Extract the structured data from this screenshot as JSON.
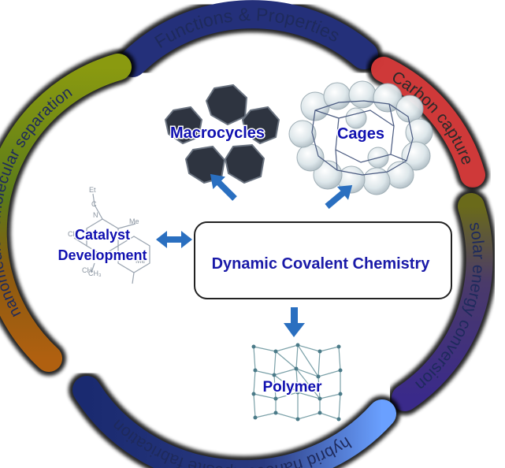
{
  "center": {
    "label": "Dynamic Covalent Chemistry"
  },
  "nodes": {
    "macrocycles": "Macrocycles",
    "cages": "Cages",
    "catalyst_line1": "Catalyst",
    "catalyst_line2": "Development",
    "polymer": "Polymer"
  },
  "ring": {
    "functions": "Functions & Properties",
    "carbon": "Carbon capture",
    "solar": "solar energy conversion",
    "hybrid": "hybrid nanocomposite fabrication",
    "nanomedicine": "nanomedicine",
    "molecular": "molecular separation"
  },
  "catalyst_atoms": {
    "a1": "Et",
    "a2": "C",
    "a3": "N",
    "a4": "Me",
    "a5": "Cl",
    "a6": "CH",
    "a7": "Me",
    "a8": "CH₃"
  },
  "colors": {
    "ring_blue": "#24307a",
    "ring_red": "#d83a3a",
    "ring_violet": "#3a2a7a",
    "ring_green": "#6a8a1a",
    "ring_orange": "#8a4a10",
    "arrow": "#2a6fc0",
    "node_text": "#1010b0"
  }
}
